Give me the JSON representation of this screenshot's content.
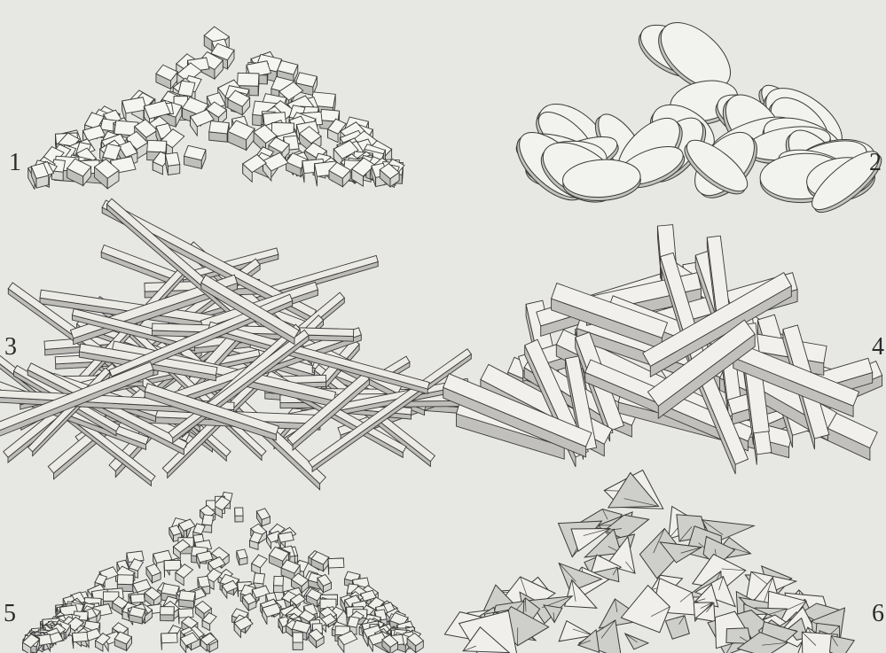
{
  "figure": {
    "panels": [
      {
        "label": "1",
        "shape": "cube-granules",
        "color": "#f4f4f0"
      },
      {
        "label": "2",
        "shape": "flat-oval-plates",
        "color": "#f2f2ee"
      },
      {
        "label": "3",
        "shape": "thin-needles",
        "color": "#ecebe6"
      },
      {
        "label": "4",
        "shape": "prism-rods",
        "color": "#f1f0ec"
      },
      {
        "label": "5",
        "shape": "fine-cube-granules",
        "color": "#efefea"
      },
      {
        "label": "6",
        "shape": "irregular-angular-crystals",
        "color": "#f0efeb"
      }
    ],
    "background_text_color": "#b9b9b4",
    "background_text": [
      "",
      "",
      "",
      "",
      "",
      "",
      "",
      "",
      "",
      ""
    ]
  }
}
